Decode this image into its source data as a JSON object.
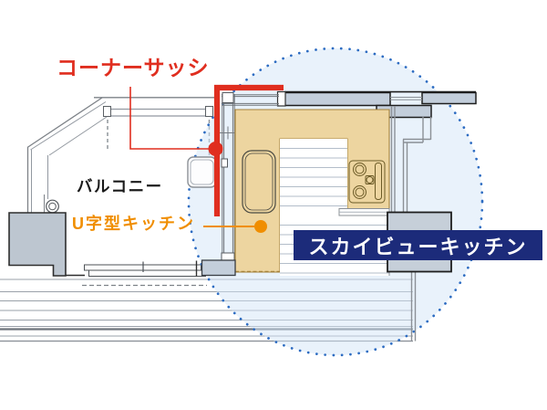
{
  "diagram": {
    "type": "architectural-floor-plan",
    "labels": {
      "corner_sash": "コーナーサッシ",
      "balcony": "バルコニー",
      "u_shaped_kitchen": "U字型キッチン",
      "sky_view_kitchen": "スカイビューキッチン"
    },
    "colors": {
      "accent_red": "#e02e1f",
      "accent_orange": "#f08e00",
      "navy_badge_bg": "#1c2b7a",
      "badge_text": "#ffffff",
      "highlight_ellipse_fill": "#d3e6f8",
      "highlight_dot_blue": "#2d6cc2",
      "counter_tan": "#edd5a0",
      "counter_outline": "#a5823b",
      "wall_gray": "#c3cedb",
      "floor_stripe": "#b3bdc9"
    },
    "markers": {
      "corner_sash_marker": "red-dot",
      "u_kitchen_marker": "orange-dot"
    }
  }
}
